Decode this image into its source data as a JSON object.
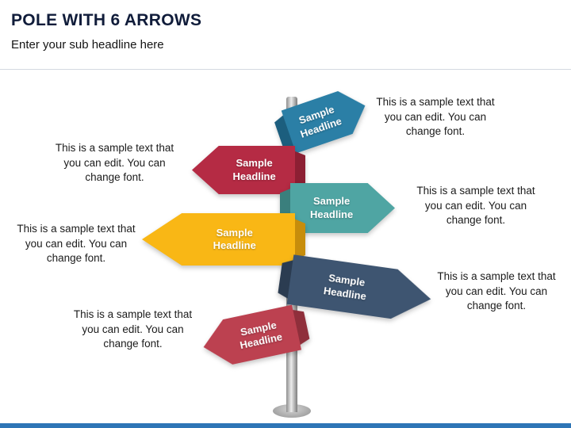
{
  "header": {
    "title": "POLE WITH 6 ARROWS",
    "subtitle": "Enter your sub headline here"
  },
  "arrows": [
    {
      "label": "Sample Headline",
      "direction": "right",
      "color": "#2B7FA6",
      "fold_color": "#1C5E7E",
      "note": "This is a sample text that you can edit. You can change font."
    },
    {
      "label": "Sample Headline",
      "direction": "left",
      "color": "#B52B44",
      "fold_color": "#8C1F33",
      "note": "This is a sample text that you can edit. You can change font."
    },
    {
      "label": "Sample Headline",
      "direction": "right",
      "color": "#4FA5A3",
      "fold_color": "#3A7F7D",
      "note": "This is a sample text that you can edit. You can change font."
    },
    {
      "label": "Sample Headline",
      "direction": "left",
      "color": "#F9B715",
      "fold_color": "#C78D0B",
      "note": "This is a sample text that you can edit. You can change font."
    },
    {
      "label": "Sample Headline",
      "direction": "right",
      "color": "#3E5571",
      "fold_color": "#2B3C51",
      "note": "This is a sample text that you can edit. You can change font."
    },
    {
      "label": "Sample Headline",
      "direction": "left",
      "color": "#BC4150",
      "fold_color": "#8F2F3B",
      "note": "This is a sample text that you can edit. You can change font."
    }
  ],
  "colors": {
    "accent_bar": "#2E75B6",
    "pole": "#A8A8A8",
    "title_text": "#101C3A"
  }
}
